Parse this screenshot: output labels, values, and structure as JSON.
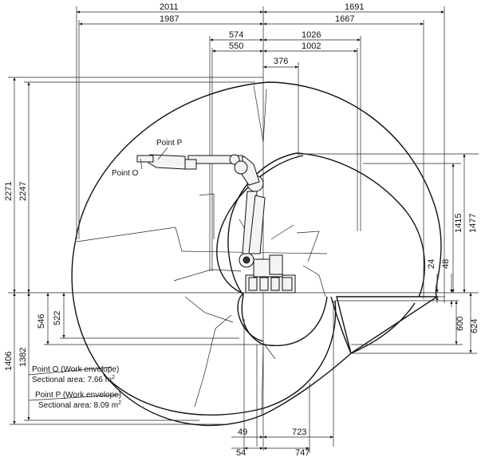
{
  "dimensions": {
    "top_left_outer": "2011",
    "top_right_outer": "1691",
    "top_left_2": "1987",
    "top_right_2": "1667",
    "top_left_3": "574",
    "top_right_3": "1026",
    "top_left_4": "550",
    "top_right_4": "1002",
    "top_right_5": "376",
    "left_vert_1": "2271",
    "left_vert_2": "2247",
    "left_vert_3": "546",
    "left_vert_4": "522",
    "left_vert_5": "1406",
    "left_vert_6": "1382",
    "right_vert_1": "1415",
    "right_vert_2": "1477",
    "right_vert_3": "24",
    "right_vert_4": "48",
    "right_vert_5": "600",
    "right_vert_6": "624",
    "bottom_1": "49",
    "bottom_2": "723",
    "bottom_3": "54",
    "bottom_4": "747"
  },
  "labels": {
    "point_p": "Point P",
    "point_o": "Point O",
    "point_o_envelope": "Point O (Work envelope)",
    "point_o_area_prefix": "Sectional area: 7.66 m",
    "point_p_envelope": "Point P (Work envelope)",
    "point_p_area_prefix": "Sectional area: 8.09 m",
    "area_superscript": "2"
  }
}
